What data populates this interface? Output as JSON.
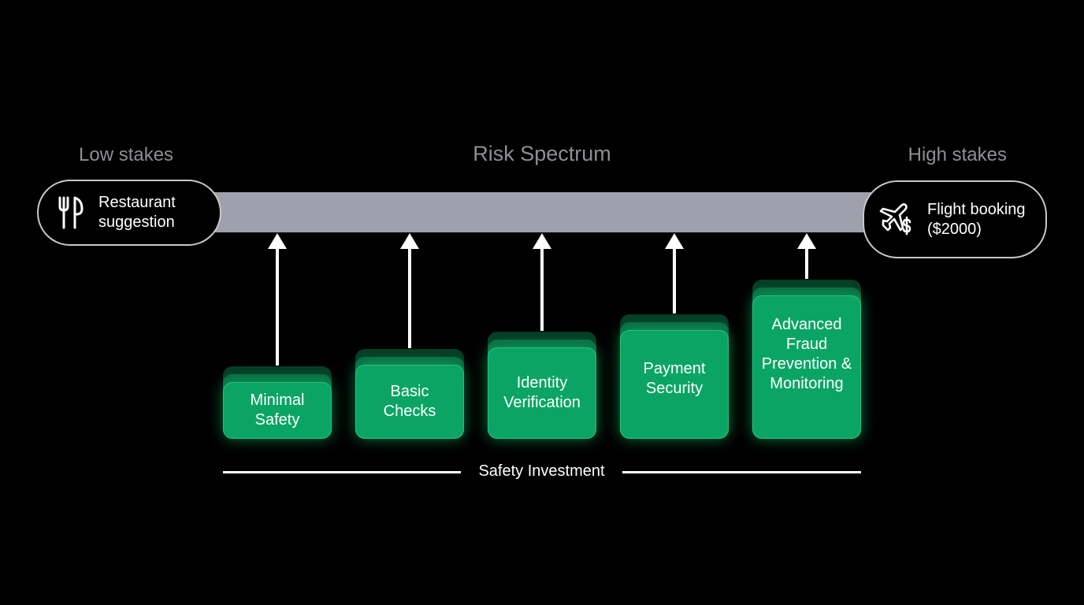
{
  "labels": {
    "low": "Low stakes",
    "title": "Risk Spectrum",
    "high": "High stakes"
  },
  "endpoints": {
    "left": {
      "icon": "fork-knife-icon",
      "line1": "Restaurant",
      "line2": "suggestion"
    },
    "right": {
      "icon": "plane-dollar-icon",
      "line1": "Flight booking",
      "line2": "($2000)"
    }
  },
  "levels": [
    {
      "line1": "Minimal",
      "line2": "Safety"
    },
    {
      "line1": "Basic",
      "line2": "Checks"
    },
    {
      "line1": "Identity",
      "line2": "Verification"
    },
    {
      "line1": "Payment",
      "line2": "Security"
    },
    {
      "line1": "Advanced",
      "line2": "Fraud",
      "line3": "Prevention &",
      "line4": "Monitoring"
    }
  ],
  "axis": {
    "label": "Safety Investment"
  },
  "colors": {
    "background": "#000000",
    "spectrum_bar": "#9fa0ab",
    "box_green": "#0aa564",
    "caption_grey": "#8d8f94"
  }
}
